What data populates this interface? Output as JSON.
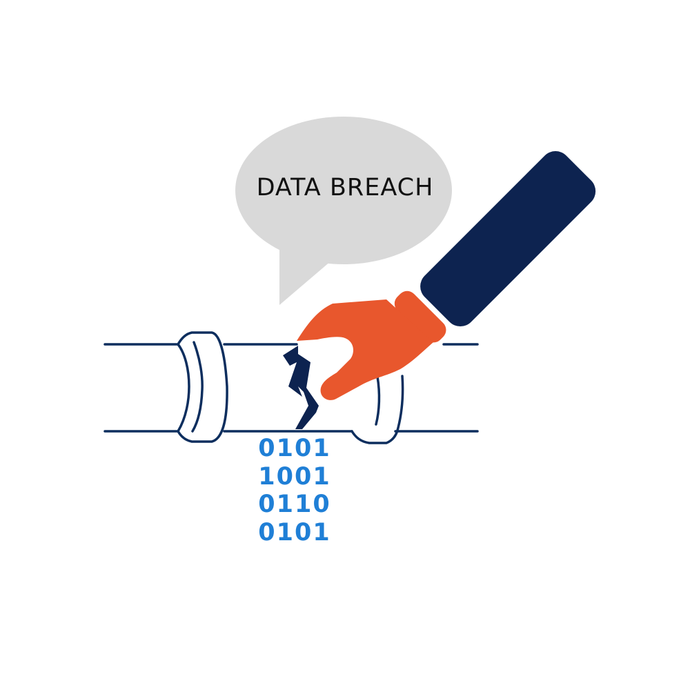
{
  "illustration": {
    "speech_bubble": {
      "text": "DATA BREACH",
      "fill_color": "#d9d9d9",
      "text_color": "#111111"
    },
    "binary_stream": {
      "lines": [
        "0101",
        "1001",
        "0110",
        "0101"
      ],
      "color": "#1f7fd6"
    },
    "colors": {
      "pipe_stroke": "#0d2e5e",
      "crowbar_handle": "#0d2350",
      "hand": "#e8572d",
      "crack": "#0d2350",
      "background": "#ffffff"
    },
    "icons": [
      "speech-bubble-icon",
      "pipe-icon",
      "crack-icon",
      "gloved-hand-icon",
      "crowbar-handle-icon"
    ]
  }
}
